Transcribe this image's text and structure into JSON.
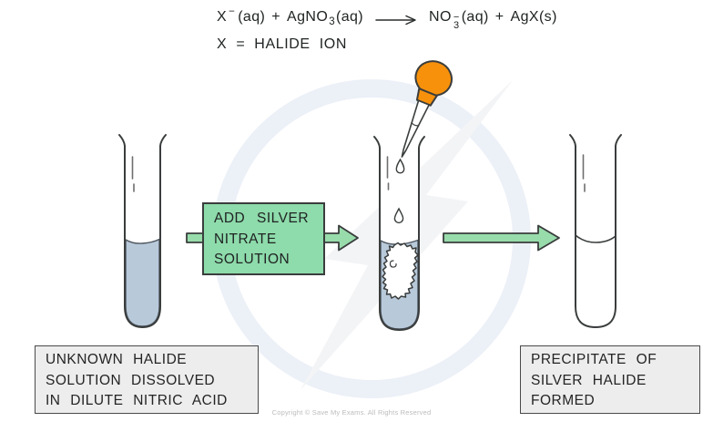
{
  "equation": {
    "reactant1": {
      "base": "X",
      "charge": "−",
      "state": "(aq)"
    },
    "plus1": "+",
    "reactant2": {
      "base": "AgNO",
      "sub": "3",
      "state": "(aq)"
    },
    "product1": {
      "base": "NO",
      "sub": "3",
      "charge": "−",
      "state": "(aq)"
    },
    "plus2": "+",
    "product2": {
      "base": "AgX",
      "state": "(s)"
    },
    "definition": "X = HALIDE ION"
  },
  "process_box": {
    "lines": [
      "ADD SILVER",
      "NITRATE",
      "SOLUTION"
    ]
  },
  "captions": {
    "unknown_halide": {
      "lines": [
        "UNKNOWN HALIDE",
        "SOLUTION DISSOLVED",
        "IN DILUTE NITRIC ACID"
      ]
    },
    "precipitate": {
      "lines": [
        "PRECIPITATE OF",
        "SILVER HALIDE",
        "FORMED"
      ]
    }
  },
  "footer": {
    "copyright": "Copyright © Save My Exams. All Rights Reserved"
  },
  "colors": {
    "outline": "#3a3d3d",
    "box_green": "#8edbab",
    "arrow_green": "#98dcab",
    "liquid_blue": "#b8c9da",
    "bulb_orange": "#f7910c",
    "caption_grey": "#ededed",
    "watermark_ring": "#ecf0f7"
  }
}
